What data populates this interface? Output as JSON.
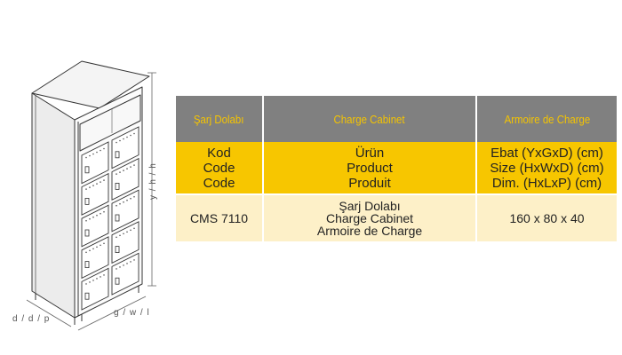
{
  "dimensions": {
    "depth_label": "d / d / p",
    "width_label": "g / w / l",
    "height_label": "y / h / h"
  },
  "table": {
    "headers": [
      "Şarj Dolabı",
      "Charge Cabinet",
      "Armoire de Charge"
    ],
    "label_rows": {
      "code": [
        "Kod",
        "Code",
        "Code"
      ],
      "product": [
        "Ürün",
        "Product",
        "Produit"
      ],
      "size": [
        "Ebat (YxGxD) (cm)",
        "Size (HxWxD) (cm)",
        "Dim. (HxLxP) (cm)"
      ]
    },
    "data_row": {
      "code": "CMS 7110",
      "product": [
        "Şarj Dolabı",
        "Charge Cabinet",
        "Armoire de Charge"
      ],
      "size": "160 x 80 x 40"
    }
  },
  "colors": {
    "header_bg": "#808080",
    "header_text": "#f5c400",
    "label_bg": "#f7c600",
    "data_bg": "#fdf0c8"
  },
  "cabinet": {
    "locker_rows": 5,
    "locker_columns": 2
  }
}
